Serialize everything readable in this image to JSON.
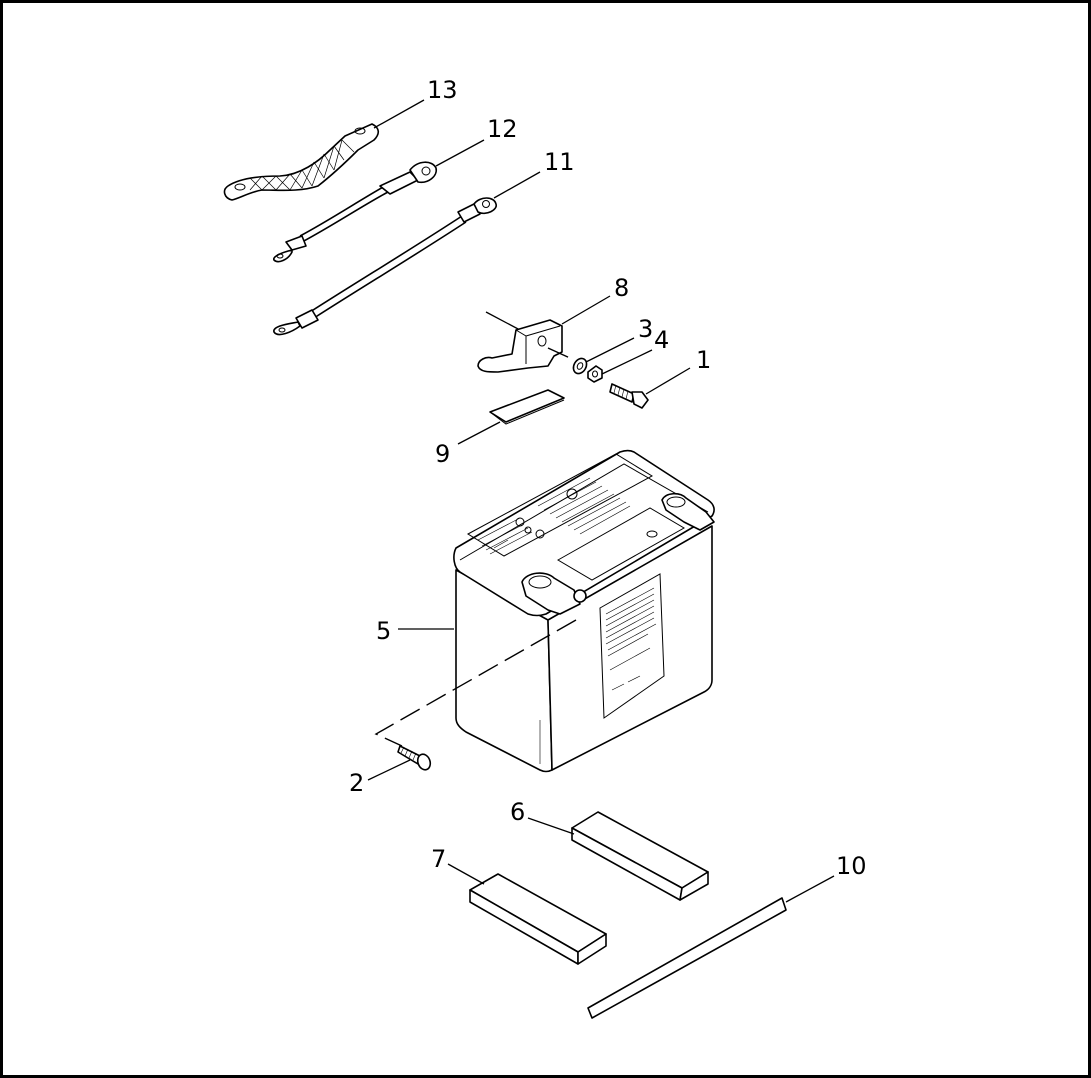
{
  "diagram": {
    "callouts": [
      "1",
      "2",
      "3",
      "4",
      "5",
      "6",
      "7",
      "8",
      "9",
      "10",
      "11",
      "12",
      "13"
    ],
    "colors": {
      "line": "#000000",
      "background": "#ffffff"
    }
  }
}
